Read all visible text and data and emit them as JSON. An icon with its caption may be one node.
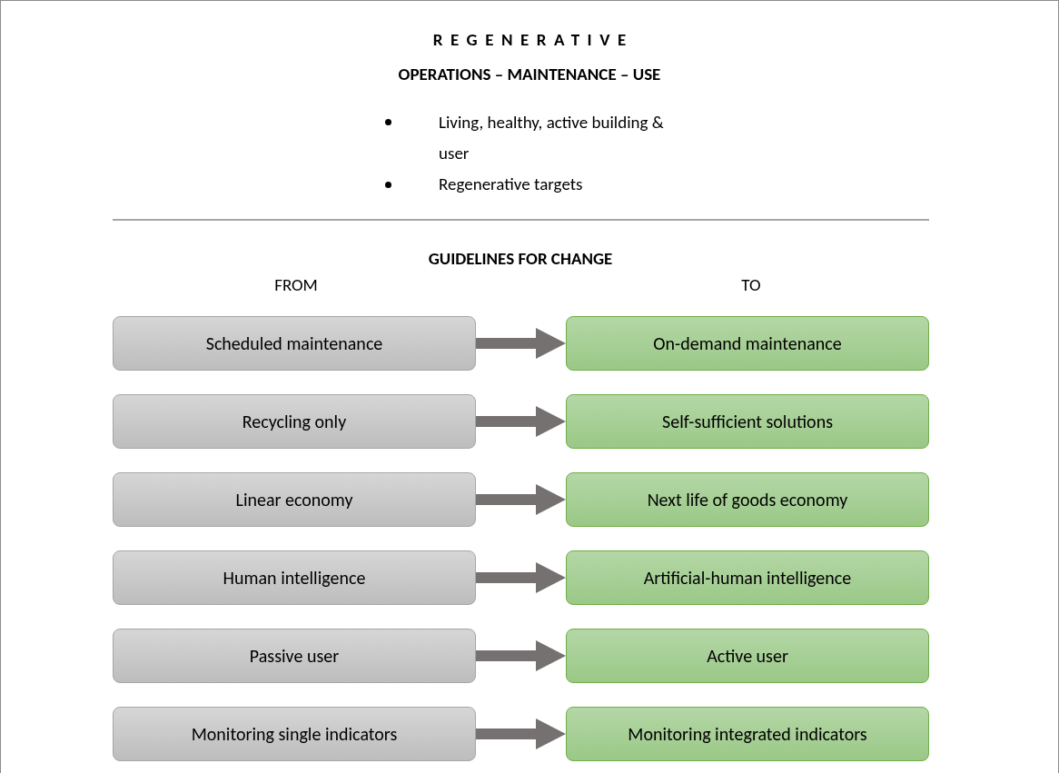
{
  "diagram": {
    "title": "REGENERATIVE",
    "nodes": [
      {
        "text": [
          "Scheduled maintenance"
        ]
      },
      {
        "text": [
          "On-demand maintenance"
        ]
      },
      {
        "text": [
          "Recycling only"
        ]
      },
      {
        "text": [
          "Self-sufficient solutions"
        ]
      },
      {
        "text": [
          "Linear economy"
        ]
      },
      {
        "text": [
          "Next life of goods economy"
        ]
      },
      {
        "text": [
          "Human intelligence"
        ]
      },
      {
        "text": [
          "Artificial-human intelligence"
        ]
      },
      {
        "text": [
          "Passive user"
        ]
      },
      {
        "text": [
          "Active user"
        ]
      },
      {
        "text": [
          "Monitoring single indicators"
        ]
      },
      {
        "text": [
          "Monitoring integrated indicators"
        ]
      }
    ],
    "edges": [
      {
        "from": 0,
        "to": 1,
        "arrow": "to"
      },
      {
        "from": 2,
        "to": 3,
        "arrow": "to"
      },
      {
        "from": 4,
        "to": 5,
        "arrow": "to"
      },
      {
        "from": 6,
        "to": 7,
        "arrow": "to"
      },
      {
        "from": 8,
        "to": 9,
        "arrow": "to"
      },
      {
        "from": 10,
        "to": 11,
        "arrow": "to"
      }
    ],
    "labels": [
      "OPERATIONS – MAINTENANCE – USE",
      "Living, healthy, active building & user",
      "Regenerative targets",
      "GUIDELINES FOR CHANGE",
      "FROM",
      "TO"
    ]
  }
}
